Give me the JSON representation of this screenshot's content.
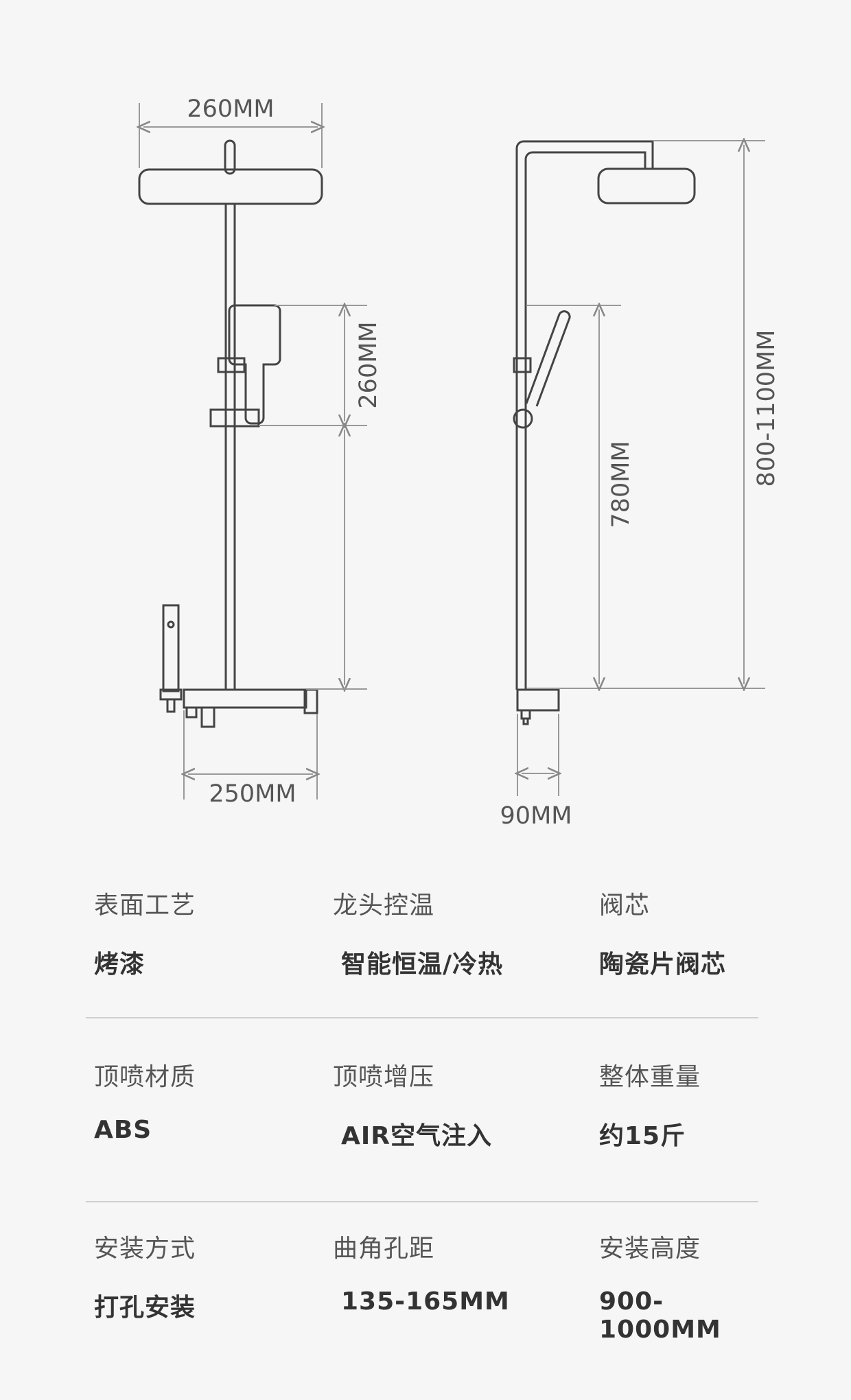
{
  "dimensions": {
    "top_head_width": "260MM",
    "handheld_spacing": "260MM",
    "spout_length": "250MM",
    "side_depth": "90MM",
    "slide_bar_height": "780MM",
    "total_height": "800-1100MM"
  },
  "specs": [
    {
      "label": "表面工艺",
      "value": "烤漆"
    },
    {
      "label": "龙头控温",
      "value": "智能恒温/冷热"
    },
    {
      "label": "阀芯",
      "value": "陶瓷片阀芯"
    },
    {
      "label": "顶喷材质",
      "value": "ABS"
    },
    {
      "label": "顶喷增压",
      "value": "AIR空气注入"
    },
    {
      "label": "整体重量",
      "value": "约15斤"
    },
    {
      "label": "安装方式",
      "value": "打孔安装"
    },
    {
      "label": "曲角孔距",
      "value": "135-165MM"
    },
    {
      "label": "安装高度",
      "value": "900-1000MM"
    }
  ],
  "colors": {
    "line": "#444444",
    "dim_line": "#999999",
    "background": "#f6f6f6"
  }
}
